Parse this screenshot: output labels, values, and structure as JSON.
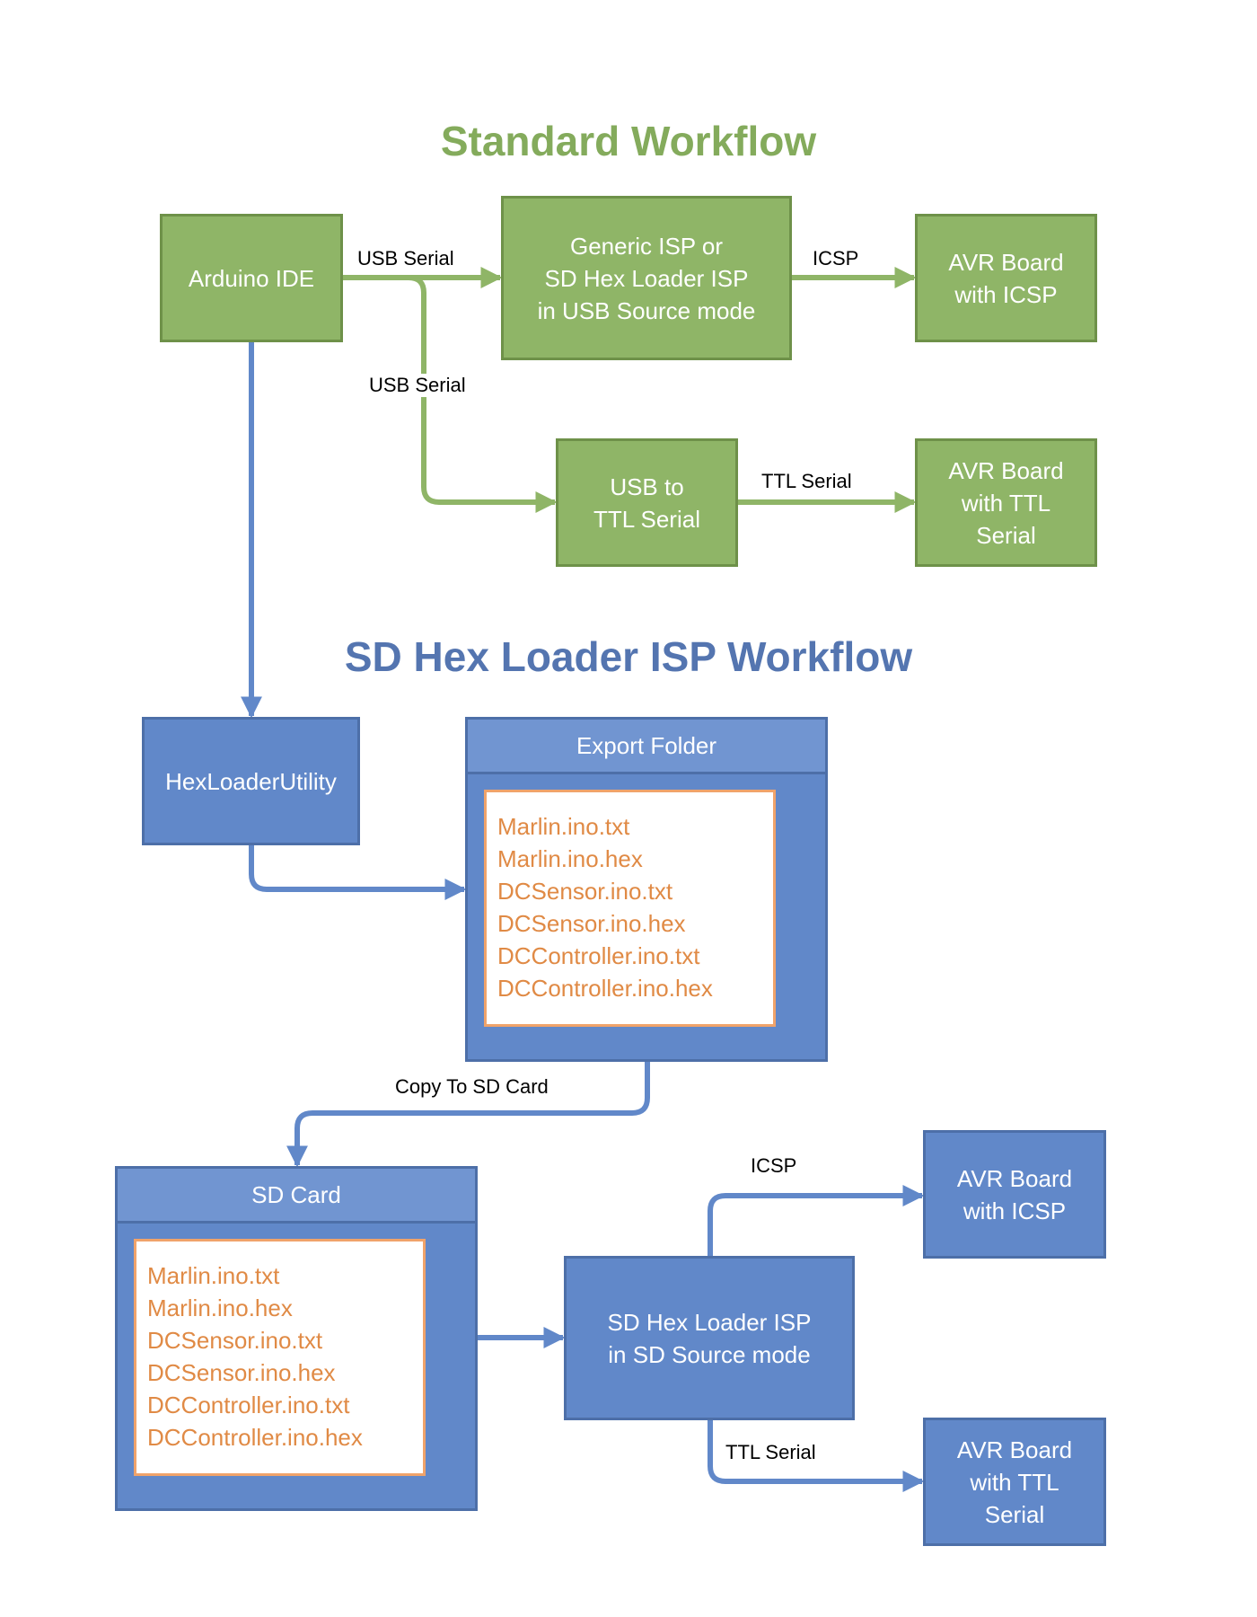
{
  "titles": {
    "standard": "Standard Workflow",
    "sd": "SD Hex Loader ISP Workflow"
  },
  "colors": {
    "standard_green": "#8fb567",
    "sd_blue": "#6188c9",
    "file_orange": "#e08a45"
  },
  "standard": {
    "nodes": {
      "arduino_ide": "Arduino IDE",
      "generic_isp": "Generic ISP or\nSD Hex Loader ISP\nin USB Source mode",
      "avr_icsp": "AVR Board\nwith ICSP",
      "usb_ttl": "USB to\nTTL Serial",
      "avr_ttl": "AVR Board\nwith TTL\nSerial"
    },
    "edges": {
      "ide_to_isp": "USB Serial",
      "ide_to_usbttl": "USB Serial",
      "isp_to_avr": "ICSP",
      "usbttl_to_avr": "TTL Serial"
    }
  },
  "sd": {
    "nodes": {
      "hex_loader_utility": "HexLoaderUtility",
      "export_folder": {
        "title": "Export Folder",
        "files": [
          "Marlin.ino.txt",
          "Marlin.ino.hex",
          "DCSensor.ino.txt",
          "DCSensor.ino.hex",
          "DCController.ino.txt",
          "DCController.ino.hex"
        ]
      },
      "sd_card": {
        "title": "SD Card",
        "files": [
          "Marlin.ino.txt",
          "Marlin.ino.hex",
          "DCSensor.ino.txt",
          "DCSensor.ino.hex",
          "DCController.ino.txt",
          "DCController.ino.hex"
        ]
      },
      "sd_loader": "SD Hex Loader ISP\nin SD Source mode",
      "avr_icsp": "AVR Board\nwith ICSP",
      "avr_ttl": "AVR Board\nwith TTL\nSerial"
    },
    "edges": {
      "export_to_sd": "Copy To SD Card",
      "loader_to_icsp": "ICSP",
      "loader_to_ttl": "TTL Serial"
    }
  }
}
